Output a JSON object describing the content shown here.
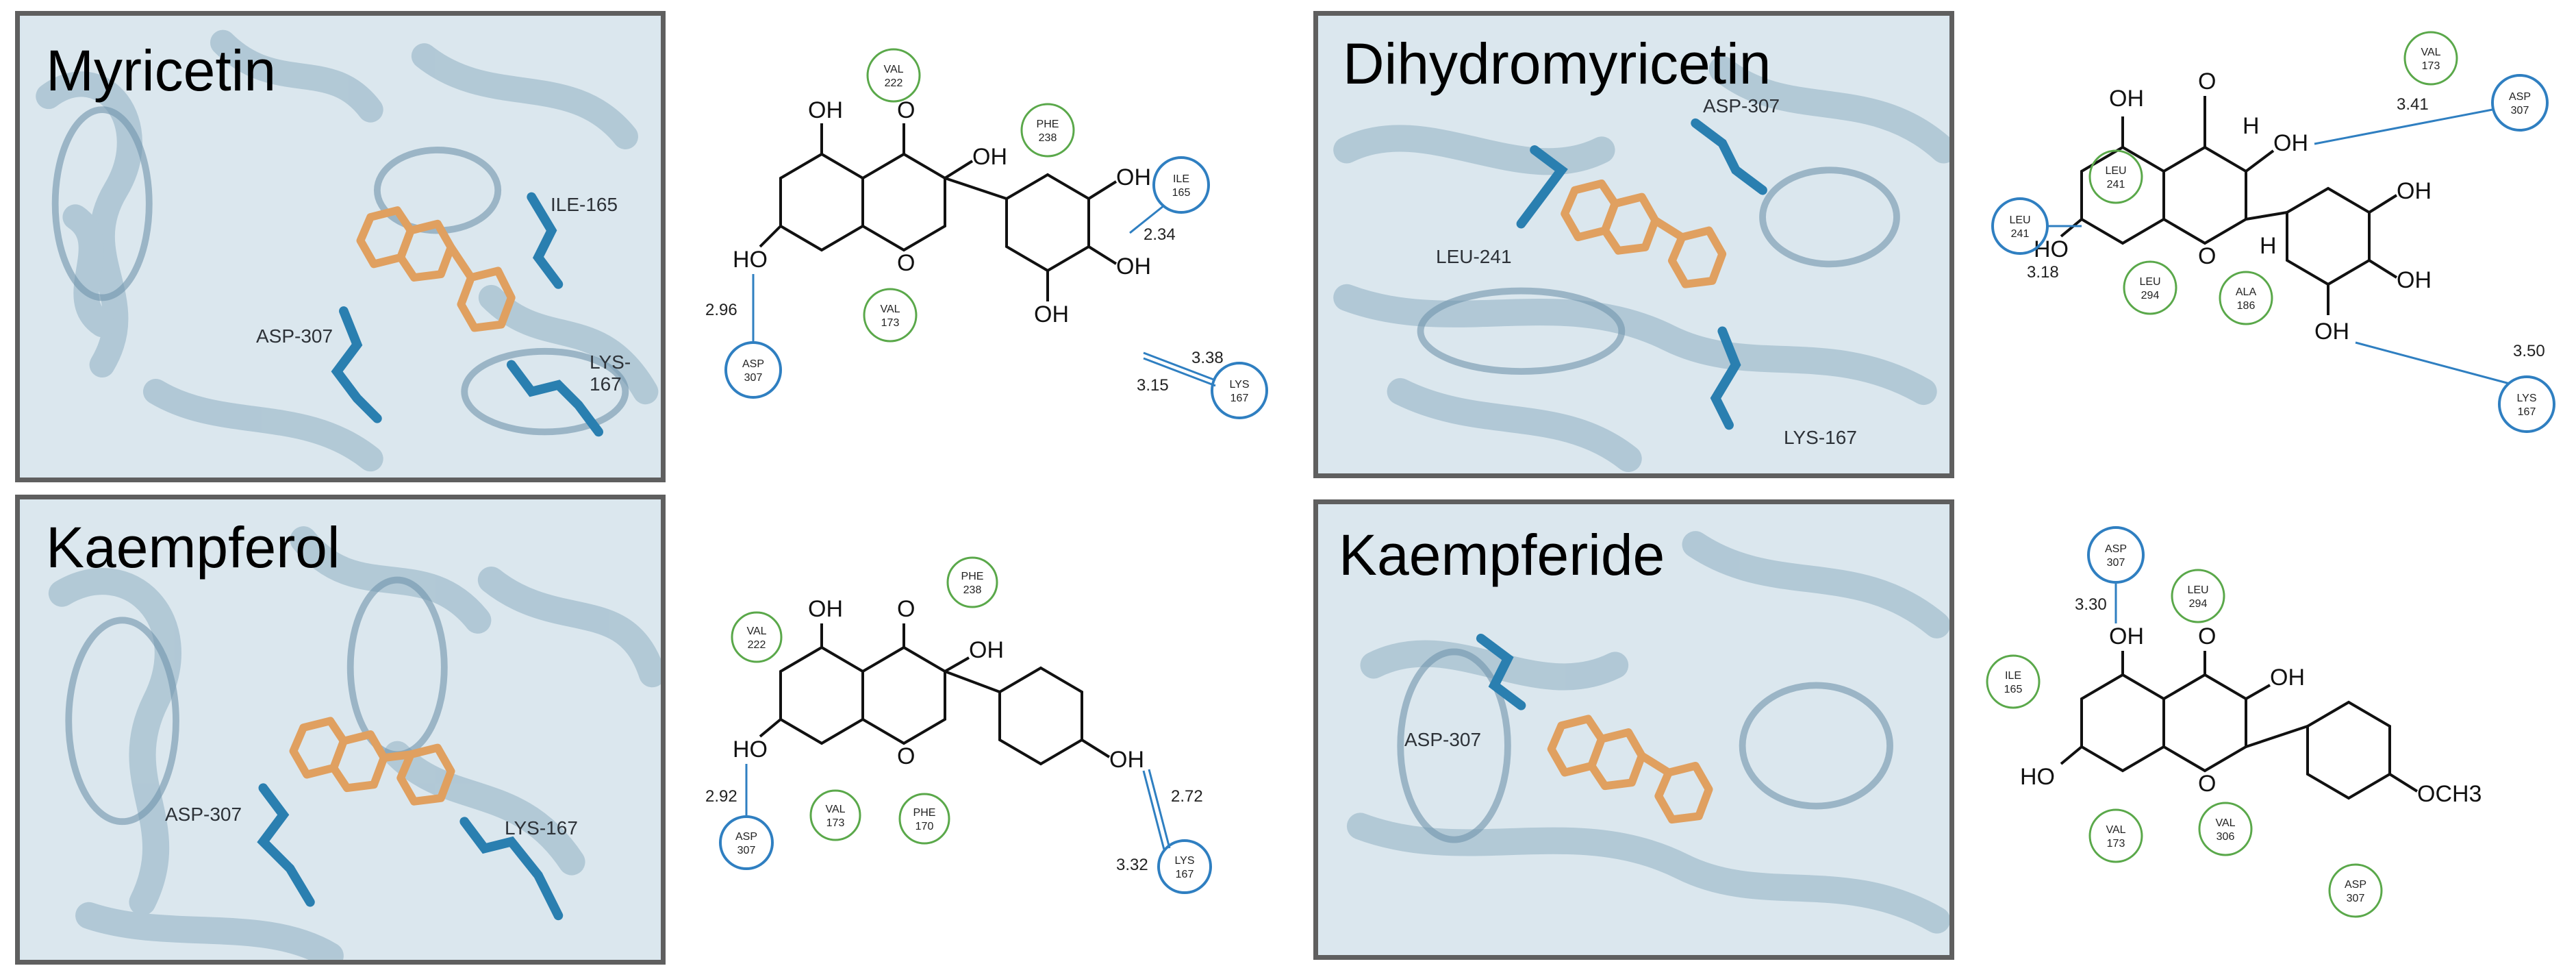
{
  "panels": [
    {
      "title": "Myricetin",
      "labels": [
        "ILE-165",
        "ASP-307",
        "LYS-167"
      ]
    },
    {
      "title": "Kaempferol",
      "labels": [
        "ASP-307",
        "LYS-167"
      ]
    },
    {
      "title": "Dihydromyricetin",
      "labels": [
        "ASP-307",
        "LEU-241",
        "LYS-167"
      ]
    },
    {
      "title": "Kaempferide",
      "labels": [
        "ASP-307"
      ]
    }
  ],
  "diagrams": {
    "myricetin": {
      "atoms": [
        "OH",
        "O",
        "OH",
        "HO",
        "O",
        "OH",
        "OH",
        "OH"
      ],
      "residues": {
        "val222": [
          "VAL",
          "222"
        ],
        "phe238": [
          "PHE",
          "238"
        ],
        "val173": [
          "VAL",
          "173"
        ],
        "ile165": [
          "ILE",
          "165"
        ],
        "asp307": [
          "ASP",
          "307"
        ],
        "lys167": [
          "LYS",
          "167"
        ]
      },
      "distances": [
        "2.34",
        "2.96",
        "3.38",
        "3.15"
      ]
    },
    "kaempferol": {
      "atoms": [
        "OH",
        "O",
        "OH",
        "HO",
        "O",
        "OH"
      ],
      "residues": {
        "phe238": [
          "PHE",
          "238"
        ],
        "val222": [
          "VAL",
          "222"
        ],
        "val173": [
          "VAL",
          "173"
        ],
        "phe170": [
          "PHE",
          "170"
        ],
        "asp307": [
          "ASP",
          "307"
        ],
        "lys167": [
          "LYS",
          "167"
        ]
      },
      "distances": [
        "2.92",
        "2.72",
        "3.32"
      ]
    },
    "dihydromyricetin": {
      "atoms": [
        "OH",
        "O",
        "H",
        "OH",
        "HO",
        "O",
        "H",
        "OH",
        "OH",
        "OH"
      ],
      "residues": {
        "val173": [
          "VAL",
          "173"
        ],
        "asp307": [
          "ASP",
          "307"
        ],
        "leu241a": [
          "LEU",
          "241"
        ],
        "leu241b": [
          "LEU",
          "241"
        ],
        "leu294": [
          "LEU",
          "294"
        ],
        "ala186": [
          "ALA",
          "186"
        ],
        "lys167": [
          "LYS",
          "167"
        ]
      },
      "distances": [
        "3.41",
        "3.18",
        "3.50"
      ]
    },
    "kaempferide": {
      "atoms": [
        "OH",
        "O",
        "OH",
        "HO",
        "O",
        "OCH3"
      ],
      "residues": {
        "asp307a": [
          "ASP",
          "307"
        ],
        "leu294": [
          "LEU",
          "294"
        ],
        "ile165": [
          "ILE",
          "165"
        ],
        "val173": [
          "VAL",
          "173"
        ],
        "val306": [
          "VAL",
          "306"
        ],
        "asp307b": [
          "ASP",
          "307"
        ]
      },
      "distances": [
        "3.30"
      ]
    }
  },
  "colors": {
    "hbond_circle": "#2f7fc1",
    "hydrophobic_circle": "#5aa84a",
    "ligand_stick": "#e0a060",
    "residue_stick": "#2a7fb0",
    "protein_ribbon": "#a9c4d4",
    "panel_border": "#5f5f5f"
  }
}
